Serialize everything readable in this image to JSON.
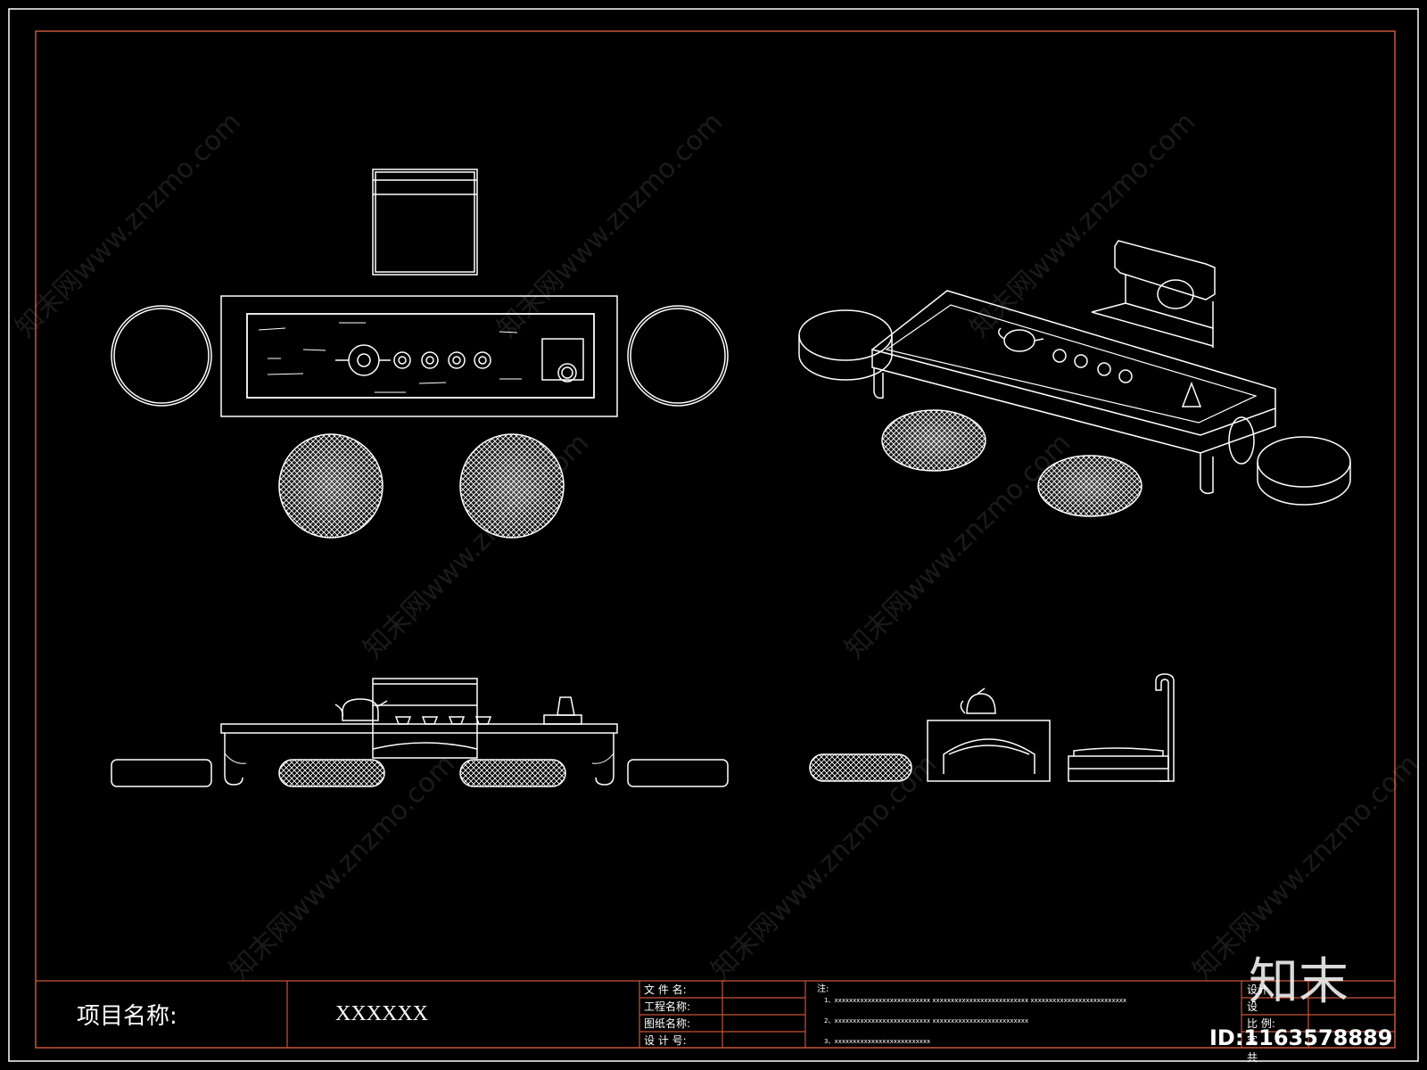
{
  "title_block": {
    "project_label": "项目名称:",
    "project_value": "XXXXXX",
    "file_name_label": "文 件 名:",
    "engineering_name_label": "工程名称:",
    "drawing_name_label": "图纸名称:",
    "design_no_label": "设 计 号:",
    "notes_label": "注:",
    "note_1": "1、xxxxxxxxxxxxxxxxxxxxxxxxxx     xxxxxxxxxxxxxxxxxxxxxxxxxx     xxxxxxxxxxxxxxxxxxxxxxxxxx",
    "note_2": "2、xxxxxxxxxxxxxxxxxxxxxxxxxx     xxxxxxxxxxxxxxxxxxxxxxxxxx",
    "note_3": "3、xxxxxxxxxxxxxxxxxxxxxxxxxx",
    "right_label_1": "设计",
    "right_label_2": "设",
    "right_label_3": "比   例:",
    "right_label_4": "客",
    "right_label_5": "共"
  },
  "watermark": {
    "text": "知末网www.znzmo.com",
    "logo_text": "知末",
    "id_text": "ID:1163578889"
  },
  "colors": {
    "background": "#000000",
    "line": "#ffffff",
    "frame": "#c8553a"
  }
}
